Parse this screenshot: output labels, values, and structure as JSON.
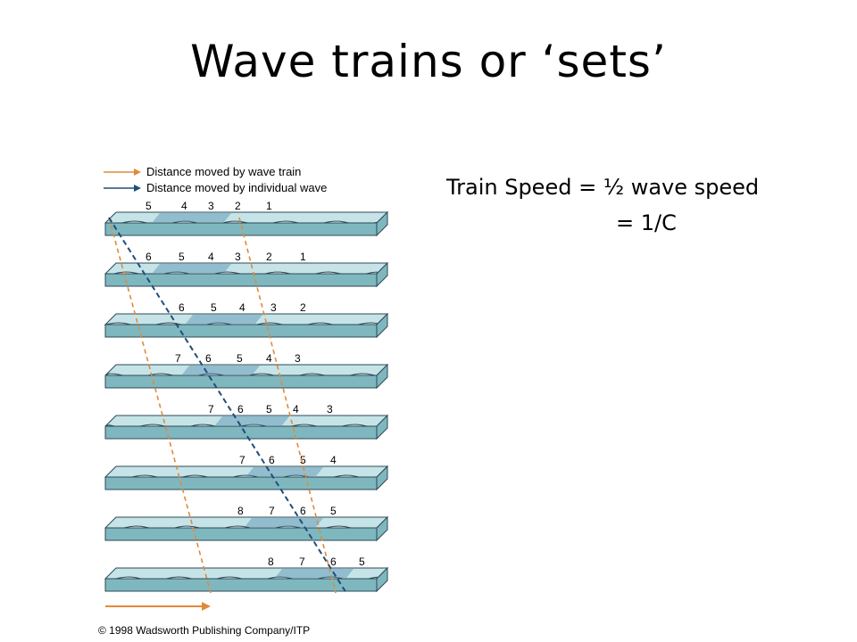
{
  "slide": {
    "title": "Wave trains or ‘sets’",
    "formula_line1": "Train Speed = ½ wave speed",
    "formula_line2": "= 1/C"
  },
  "figure": {
    "legend": [
      {
        "label": "Distance moved by wave train",
        "color": "#e08a3a"
      },
      {
        "label": "Distance moved by individual wave",
        "color": "#1f4e7a"
      }
    ],
    "panels": [
      {
        "labels": [
          "5",
          "4",
          "3",
          "2",
          "1"
        ]
      },
      {
        "labels": [
          "6",
          "5",
          "4",
          "3",
          "2",
          "1"
        ]
      },
      {
        "labels": [
          "6",
          "5",
          "4",
          "3",
          "2"
        ]
      },
      {
        "labels": [
          "7",
          "6",
          "5",
          "4",
          "3"
        ]
      },
      {
        "labels": [
          "7",
          "6",
          "5",
          "4",
          "3"
        ]
      },
      {
        "labels": [
          "7",
          "6",
          "5",
          "4"
        ]
      },
      {
        "labels": [
          "8",
          "7",
          "6",
          "5"
        ]
      },
      {
        "labels": [
          "8",
          "7",
          "6",
          "5"
        ]
      }
    ],
    "copyright": "© 1998 Wadsworth Publishing Company/ITP",
    "colors": {
      "water_top": "#c6e4e8",
      "water_side": "#7fb7bf",
      "crest": "#4f8fb0",
      "outline": "#2e4a57"
    }
  }
}
